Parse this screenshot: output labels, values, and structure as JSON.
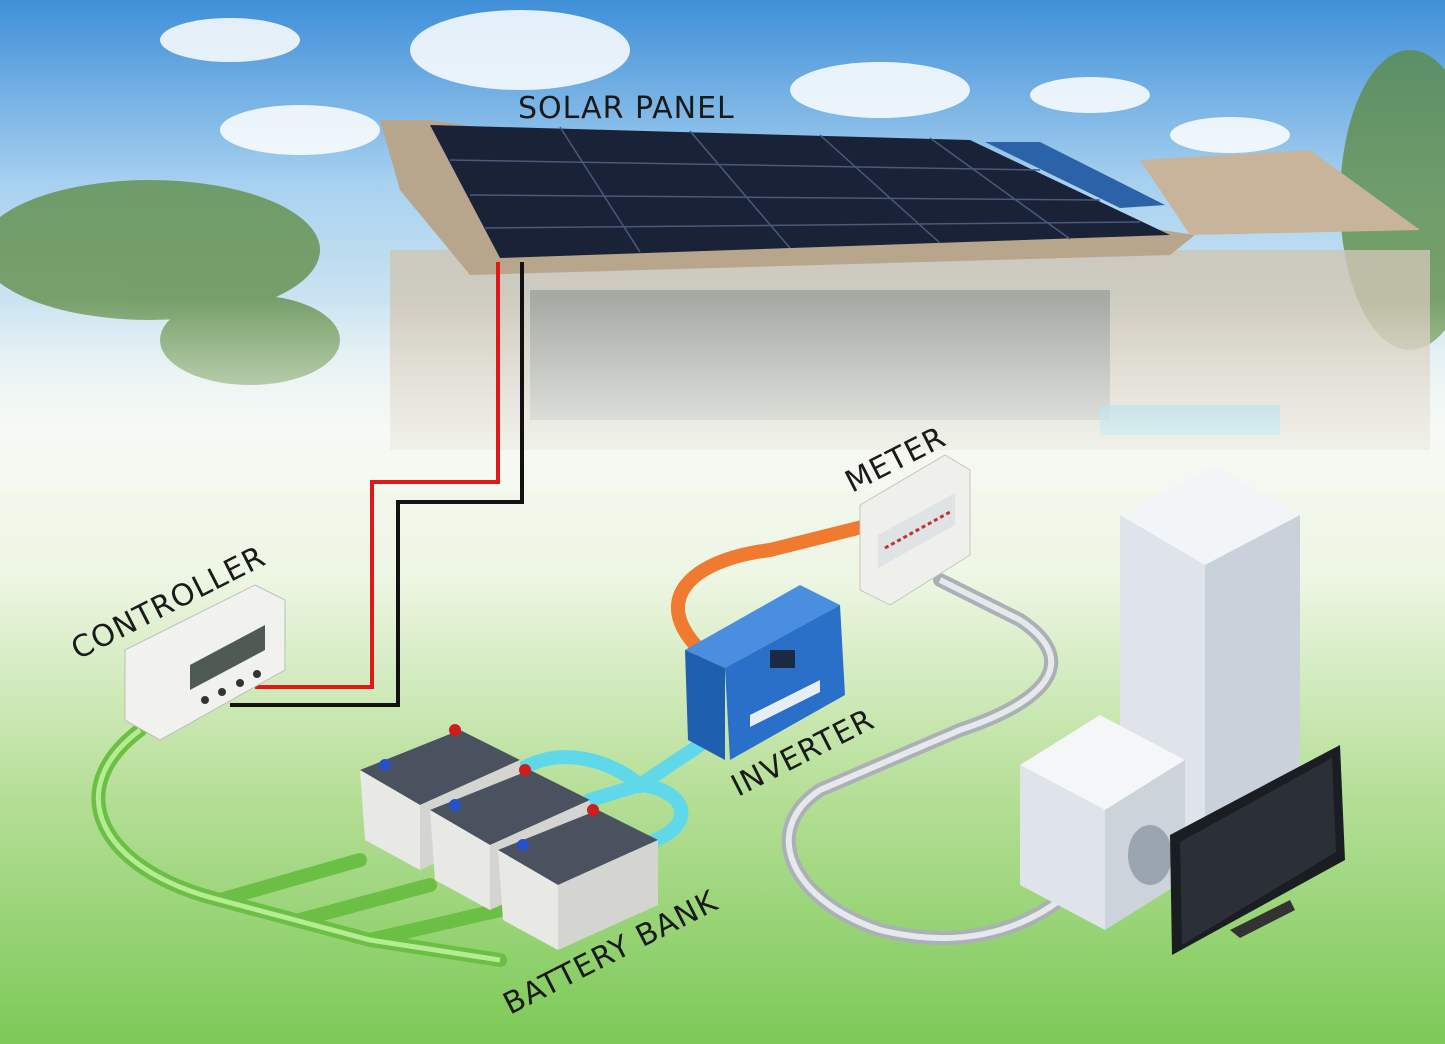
{
  "title": "Solar power system diagram",
  "labels": {
    "solar_panel": "SOLAR PANEL",
    "controller": "CONTROLLER",
    "meter": "METER",
    "inverter": "INVERTER",
    "battery_bank": "BATTERY BANK"
  },
  "colors": {
    "positive_wire": "#e01818",
    "negative_wire": "#111111",
    "battery_link": "#5fd8ea",
    "controller_link": "#8fd36a",
    "meter_link": "#f07a30",
    "load_link": "#c8cccf",
    "inverter": "#2a6fc8"
  }
}
